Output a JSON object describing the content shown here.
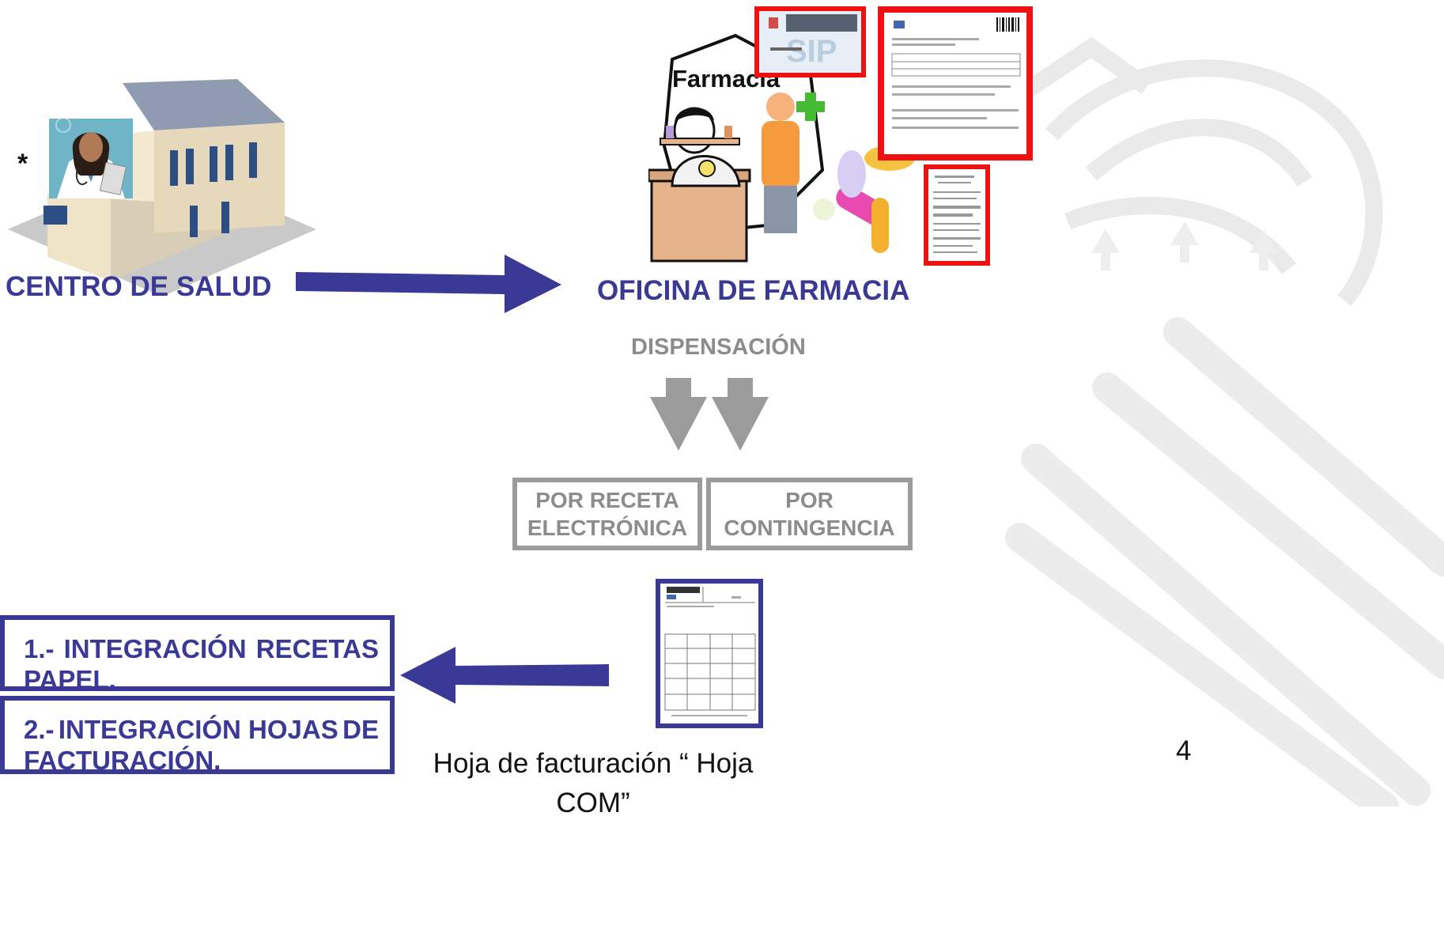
{
  "top_left_mark": "*",
  "health_center_label": "CENTRO DE SALUD",
  "pharmacy_office_label": "OFICINA DE FARMACIA",
  "pharmacy_sign": "Farmacia",
  "dispensation_label": "DISPENSACIÓN",
  "option_electronic": {
    "line1": "POR RECETA",
    "line2": "ELECTRÓNICA"
  },
  "option_contingency": {
    "line1": "POR",
    "line2": "CONTINGENCIA"
  },
  "integration_items": [
    {
      "w1": "1.-",
      "w2": "INTEGRACIÓN",
      "w3": "RECETAS",
      "line2": "PAPEL."
    },
    {
      "w1": "2.-",
      "w2": "INTEGRACIÓN HOJAS",
      "w3": "DE",
      "line2": "FACTURACIÓN."
    }
  ],
  "billing_sheet_caption": {
    "line1": "Hoja de facturación “ Hoja",
    "line2": "COM”"
  },
  "page_number": "4",
  "colors": {
    "blue": "#3a3a96",
    "gray": "#9b9b9b",
    "red": "#ee1111"
  }
}
